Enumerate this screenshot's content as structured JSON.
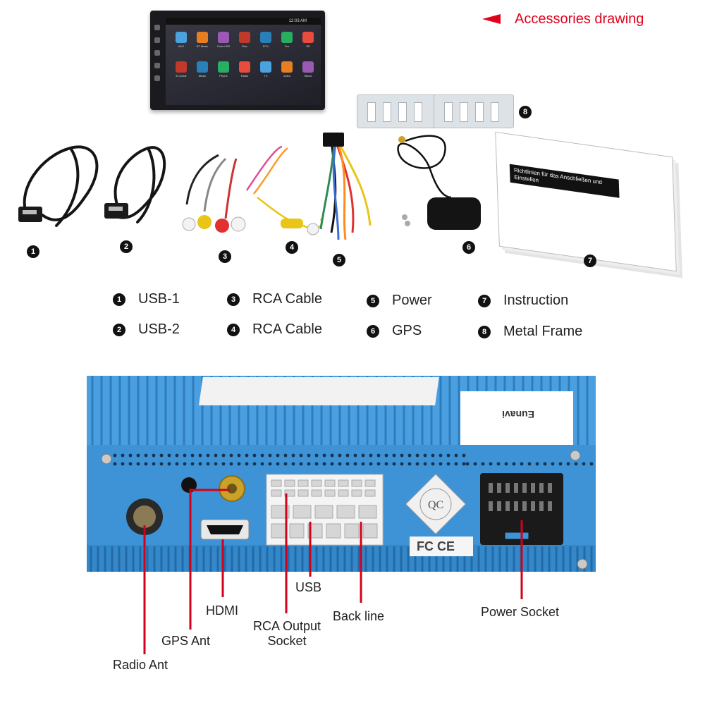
{
  "header": {
    "title": "Accessories drawing",
    "color": "#e3001b"
  },
  "tablet": {
    "clock": "12:03 AM",
    "apps_row1": [
      "AUX",
      "BT Music",
      "Color LED",
      "Disc",
      "DTV",
      "Dvr",
      "SD"
    ],
    "apps_row2": [
      "E.Gorrai",
      "Music",
      "Phone",
      "Radio",
      "TV",
      "Video",
      "Wkcci"
    ]
  },
  "booklet": {
    "heading": "Richtlinien für das Anschließen und Einstellen"
  },
  "item_badges": [
    {
      "number": "1"
    },
    {
      "number": "2"
    },
    {
      "number": "3"
    },
    {
      "number": "4"
    },
    {
      "number": "5"
    },
    {
      "number": "6"
    },
    {
      "number": "7"
    },
    {
      "number": "8"
    }
  ],
  "legend": [
    {
      "number": "1",
      "label": "USB-1"
    },
    {
      "number": "2",
      "label": "USB-2"
    },
    {
      "number": "3",
      "label": "RCA Cable"
    },
    {
      "number": "4",
      "label": "RCA Cable"
    },
    {
      "number": "5",
      "label": "Power"
    },
    {
      "number": "6",
      "label": "GPS"
    },
    {
      "number": "7",
      "label": "Instruction"
    },
    {
      "number": "8",
      "label": "Metal Frame"
    }
  ],
  "device": {
    "body_color": "#3e93d6",
    "sticker_brand": "Eunavi",
    "qc_text": "QC",
    "cert_text": "FC CE",
    "callouts": {
      "usb": "USB",
      "hdmi": "HDMI",
      "rca_output_line1": "RCA Output",
      "rca_output_line2": "Socket",
      "back_line": "Back line",
      "gps_ant": "GPS Ant",
      "radio_ant": "Radio Ant",
      "power_socket": "Power Socket"
    },
    "pointer_color": "#d0021b"
  }
}
